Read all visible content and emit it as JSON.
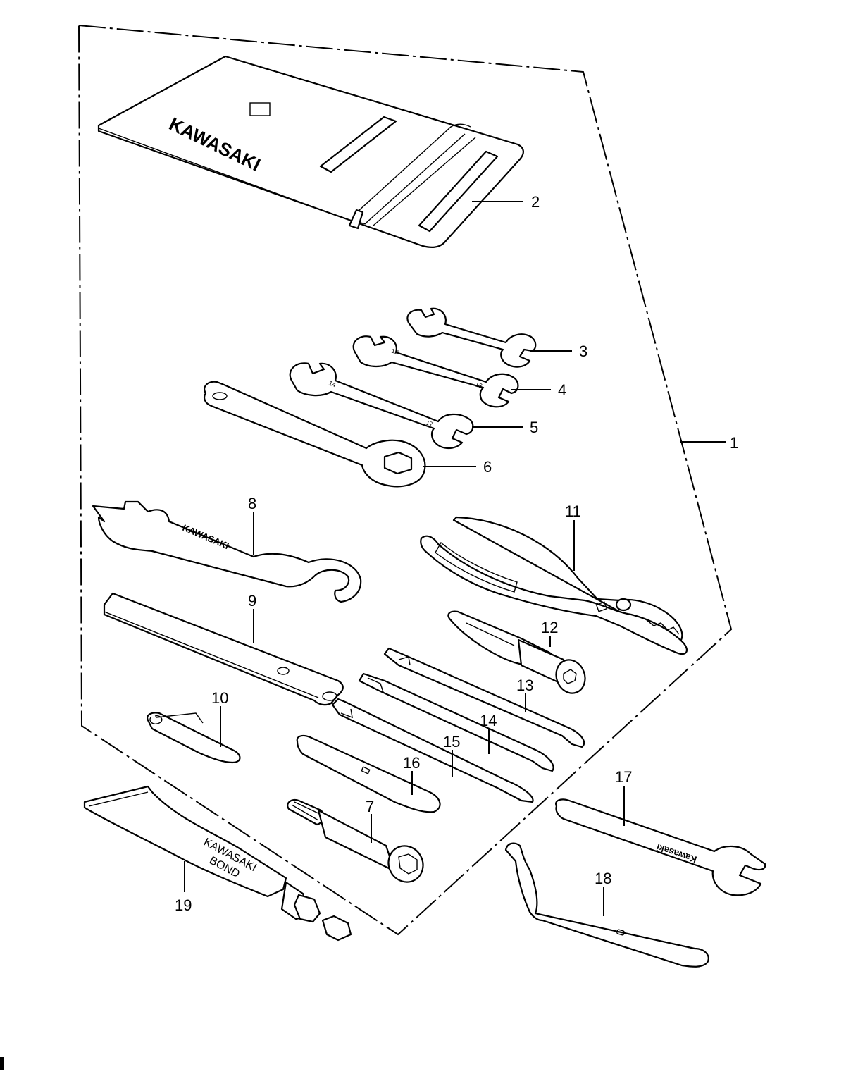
{
  "diagram": {
    "callouts": [
      "1",
      "2",
      "3",
      "4",
      "5",
      "6",
      "7",
      "8",
      "9",
      "10",
      "11",
      "12",
      "13",
      "14",
      "15",
      "16",
      "17",
      "18",
      "19"
    ],
    "part_texts": {
      "pouch_brand": "KAWASAKI",
      "wrench8_brand": "KAWASAKI",
      "wrench17_brand": "Kawasaki",
      "bond_line1": "KAWASAKI",
      "bond_line2": "BOND"
    }
  }
}
